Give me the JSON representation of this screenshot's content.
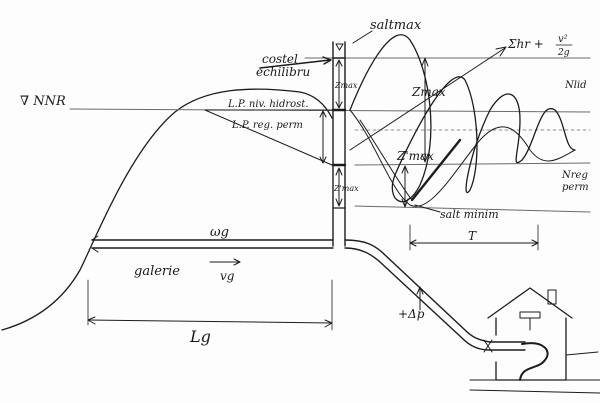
{
  "labels": {
    "saltmax": "saltmax",
    "nnr": "∇ NNR",
    "costel": "costel",
    "echilibru": "echilibru",
    "sum_hr": "Σhr +",
    "v2_num": "v²",
    "v2_den": "2g",
    "ltlid": "Nlid",
    "lp_niv": "L.P. niv. hidrost.",
    "lp_reg": "L.P. reg. perm",
    "zmax_top": "Zmax",
    "zmax_right": "Zmax",
    "zmax_mid": "Z'max",
    "zmax_low": "Z'max",
    "nreg": "Nreg",
    "perm": "perm",
    "salt_minim": "salt minim",
    "period": "T",
    "wg": "ωg",
    "galerie": "galerie",
    "vg": "vg",
    "lg": "Lg",
    "dp": "+Δp"
  }
}
